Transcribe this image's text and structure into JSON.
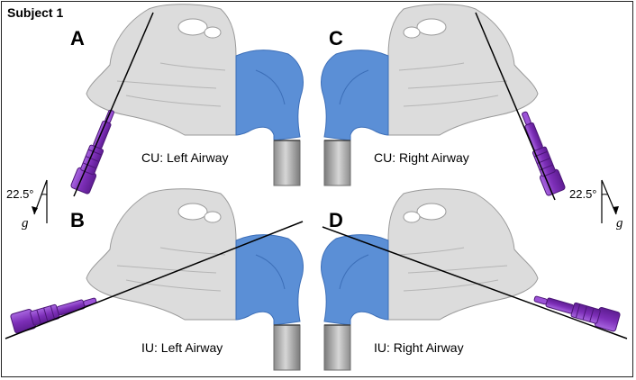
{
  "subject_label": "Subject 1",
  "panels": [
    {
      "letter": "A",
      "caption": "CU: Left Airway"
    },
    {
      "letter": "C",
      "caption": "CU: Right Airway"
    },
    {
      "letter": "B",
      "caption": "IU: Left Airway"
    },
    {
      "letter": "D",
      "caption": "IU: Right Airway"
    }
  ],
  "angle_left": "22.5°",
  "angle_right": "22.5°",
  "gravity_left": "g",
  "gravity_right": "g",
  "colors": {
    "nasal_cavity": "#d9d9d9",
    "airway_blue": "#5b8fd6",
    "nozzle_purple": "#8a3fc4",
    "tube_gray": "#a9a9a9"
  }
}
